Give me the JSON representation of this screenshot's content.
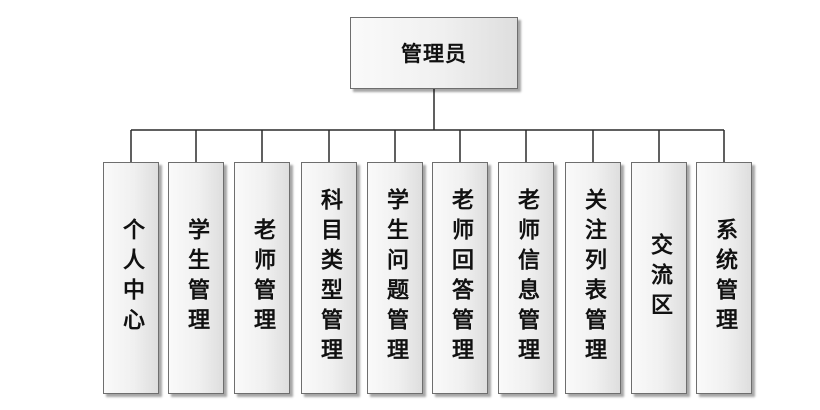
{
  "root": {
    "label": "管理员"
  },
  "children": [
    {
      "label": "个人中心"
    },
    {
      "label": "学生管理"
    },
    {
      "label": "老师管理"
    },
    {
      "label": "科目类型管理"
    },
    {
      "label": "学生问题管理"
    },
    {
      "label": "老师回答管理"
    },
    {
      "label": "老师信息管理"
    },
    {
      "label": "关注列表管理"
    },
    {
      "label": "交流区"
    },
    {
      "label": "系统管理"
    }
  ],
  "colors": {
    "line": "#2b2b2b",
    "border": "#6e6e6e",
    "text": "#111111"
  }
}
